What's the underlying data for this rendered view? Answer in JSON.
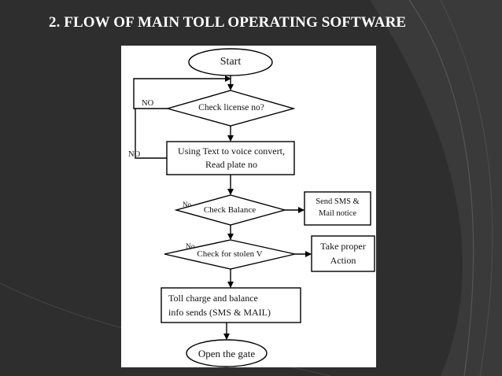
{
  "slide": {
    "title": "2. FLOW OF MAIN TOLL OPERATING SOFTWARE"
  },
  "flowchart": {
    "start": "Start",
    "check_license": "Check license no?",
    "tts_line1": "Using Text to voice convert,",
    "tts_line2": "Read plate no",
    "check_balance": "Check Balance",
    "sms_line1": "Send SMS &",
    "sms_line2": "Mail notice",
    "check_stolen": "Check for stolen V",
    "action_line1": "Take proper",
    "action_line2": "Action",
    "toll_line1": "Toll charge and balance",
    "toll_line2": "info sends (SMS & MAIL)",
    "open_gate": "Open the gate",
    "no_label_license": "NO",
    "no_label_tts": "NO",
    "no_label_balance": "No",
    "no_label_stolen": "No"
  },
  "colors": {
    "background": "#2f2f2f",
    "figure_background": "#ffffff",
    "line": "#000000"
  }
}
